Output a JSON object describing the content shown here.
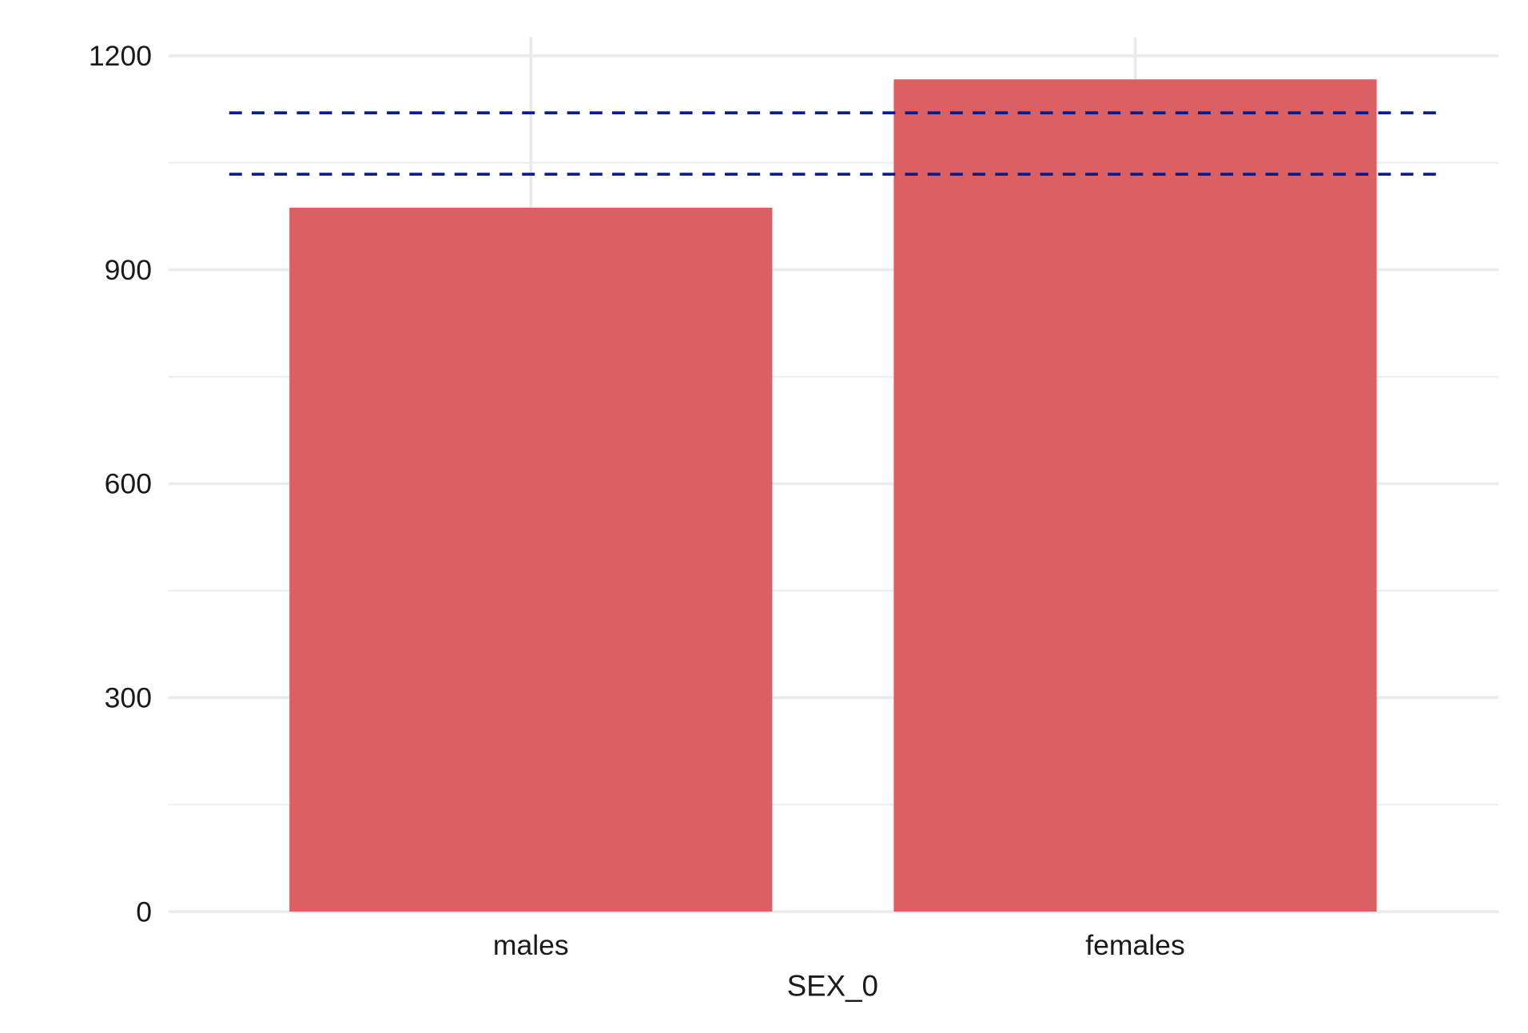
{
  "chart_data": {
    "type": "bar",
    "title": "",
    "xlabel": "SEX_0",
    "ylabel": "",
    "categories": [
      "males",
      "females"
    ],
    "values": [
      987,
      1167
    ],
    "ylim": [
      0,
      1230
    ],
    "yticks": [
      0,
      300,
      600,
      900,
      1200
    ],
    "ytick_labels": [
      "0",
      "300",
      "600",
      "900",
      "1200"
    ],
    "reference_lines": [
      1120,
      1034
    ],
    "grid": true,
    "colors": {
      "bar": "#DB6063",
      "reference_line": "#0A1A8A",
      "grid": "#EBEBEB"
    }
  }
}
